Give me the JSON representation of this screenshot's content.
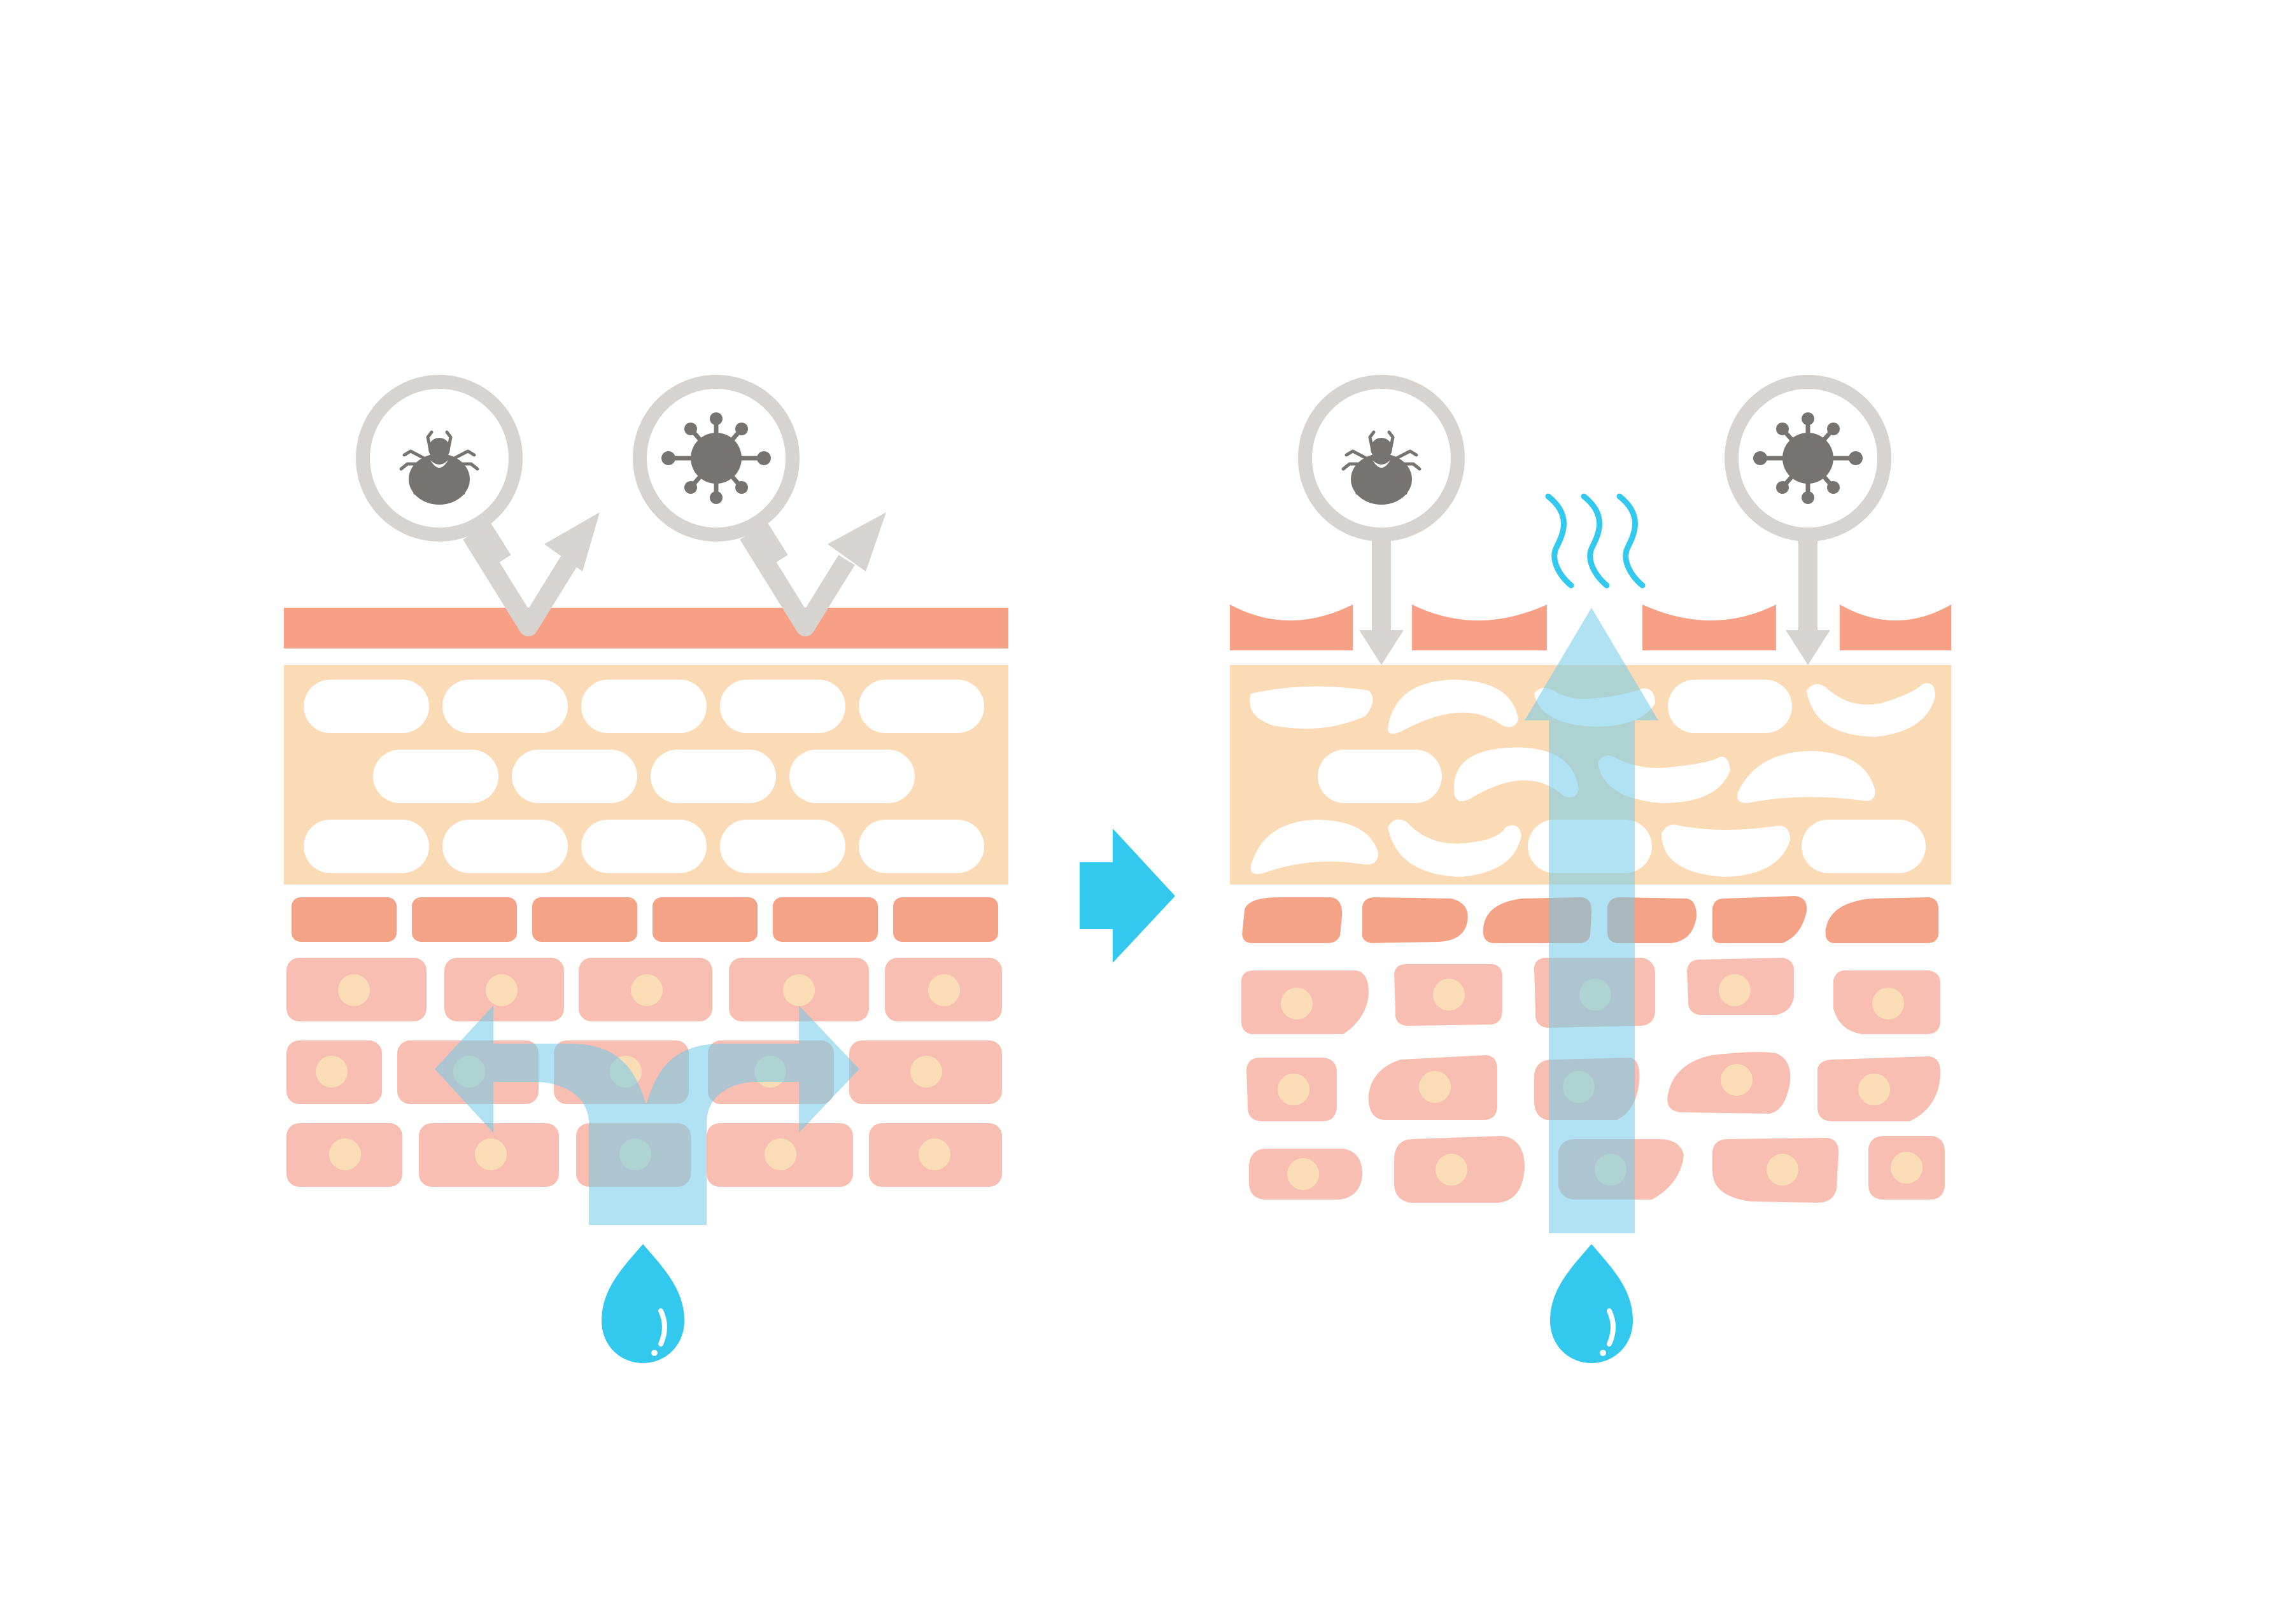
{
  "colors": {
    "background": "#ffffff",
    "stratum_corneum": "#F8A085",
    "lipid_layer": "#FBDAB6",
    "lipid": "#ffffff",
    "cell_dark": "#F4A387",
    "cell_light": "#F8BEB1",
    "nucleus": "#FADDB6",
    "irritant_ring": "#D6D3D0",
    "irritant_icon": "#767370",
    "water": "#33C8ED",
    "water_flow": "#9ADDF3",
    "flow_overlap": "#93A8B6"
  },
  "panels": [
    {
      "state": "healthy",
      "irritants": [
        {
          "icon": "mite-icon",
          "behavior": "deflected"
        },
        {
          "icon": "virus-icon",
          "behavior": "deflected"
        }
      ],
      "water_behavior": "retained"
    },
    {
      "state": "damaged",
      "irritants": [
        {
          "icon": "mite-icon",
          "behavior": "penetrates"
        },
        {
          "icon": "virus-icon",
          "behavior": "penetrates"
        }
      ],
      "water_behavior": "evaporates"
    }
  ],
  "transition_arrow": {
    "icon": "right-arrow-icon"
  },
  "evaporation": {
    "icon": "vapor-icon"
  }
}
